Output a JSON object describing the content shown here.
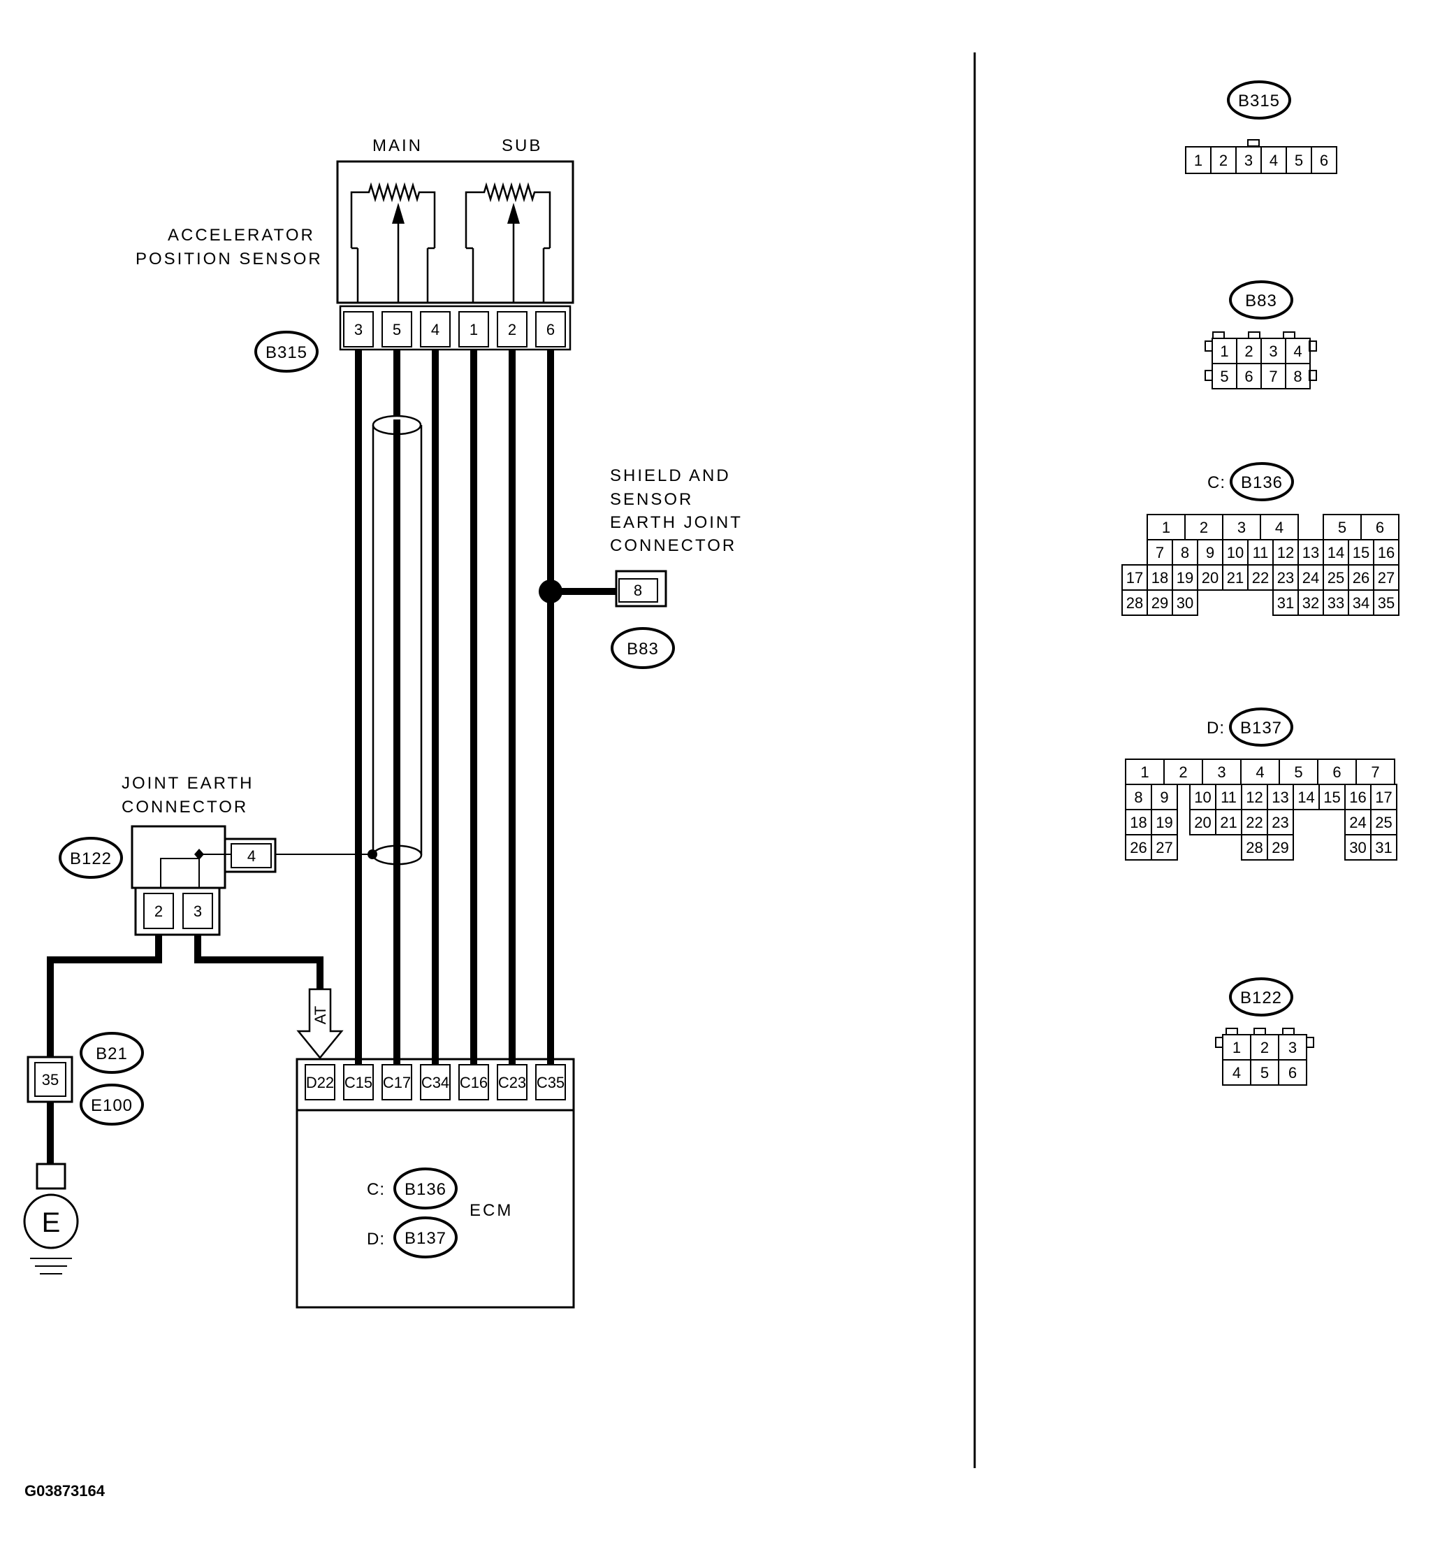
{
  "figure_id": "G03873164",
  "sensor": {
    "label_line1": "ACCELERATOR",
    "label_line2": "POSITION SENSOR",
    "main": "MAIN",
    "sub": "SUB",
    "connector": "B315",
    "pins": [
      "3",
      "5",
      "4",
      "1",
      "2",
      "6"
    ]
  },
  "shield": {
    "line1": "SHIELD AND",
    "line2": "SENSOR",
    "line3": "EARTH JOINT",
    "line4": "CONNECTOR",
    "pin": "8",
    "connector": "B83"
  },
  "joint_earth": {
    "line1": "JOINT EARTH",
    "line2": "CONNECTOR",
    "connector": "B122",
    "pin_right": "4",
    "pins_bottom": [
      "2",
      "3"
    ]
  },
  "ground": {
    "pin": "35",
    "connector_a": "B21",
    "connector_b": "E100",
    "symbol": "E"
  },
  "arrow_label": "AT",
  "ecm": {
    "label": "ECM",
    "c_prefix": "C:",
    "c_connector": "B136",
    "d_prefix": "D:",
    "d_connector": "B137",
    "pins": [
      "D22",
      "C15",
      "C17",
      "C34",
      "C16",
      "C23",
      "C35"
    ]
  },
  "faces": {
    "b315": {
      "tag": "B315",
      "rows": [
        [
          "1",
          "2",
          "3",
          "4",
          "5",
          "6"
        ]
      ]
    },
    "b83": {
      "tag": "B83",
      "rows": [
        [
          "1",
          "2",
          "3",
          "4"
        ],
        [
          "5",
          "6",
          "7",
          "8"
        ]
      ]
    },
    "b136": {
      "prefix": "C:",
      "tag": "B136",
      "rows": [
        [
          "1",
          "2",
          "3",
          "4",
          "5",
          "6"
        ],
        [
          "7",
          "8",
          "9",
          "10",
          "11",
          "12",
          "13",
          "14",
          "15",
          "16"
        ],
        [
          "17",
          "18",
          "19",
          "20",
          "21",
          "22",
          "23",
          "24",
          "25",
          "26",
          "27"
        ],
        [
          "28",
          "29",
          "30",
          "31",
          "32",
          "33",
          "34",
          "35"
        ]
      ]
    },
    "b137": {
      "prefix": "D:",
      "tag": "B137",
      "rows": [
        [
          "1",
          "2",
          "3",
          "4",
          "5",
          "6",
          "7"
        ],
        [
          "8",
          "9",
          "10",
          "11",
          "12",
          "13",
          "14",
          "15",
          "16",
          "17"
        ],
        [
          "18",
          "19",
          "20",
          "21",
          "22",
          "23",
          "24",
          "25"
        ],
        [
          "26",
          "27",
          "28",
          "29",
          "30",
          "31"
        ]
      ]
    },
    "b122": {
      "tag": "B122",
      "rows": [
        [
          "1",
          "2",
          "3"
        ],
        [
          "4",
          "5",
          "6"
        ]
      ]
    }
  }
}
